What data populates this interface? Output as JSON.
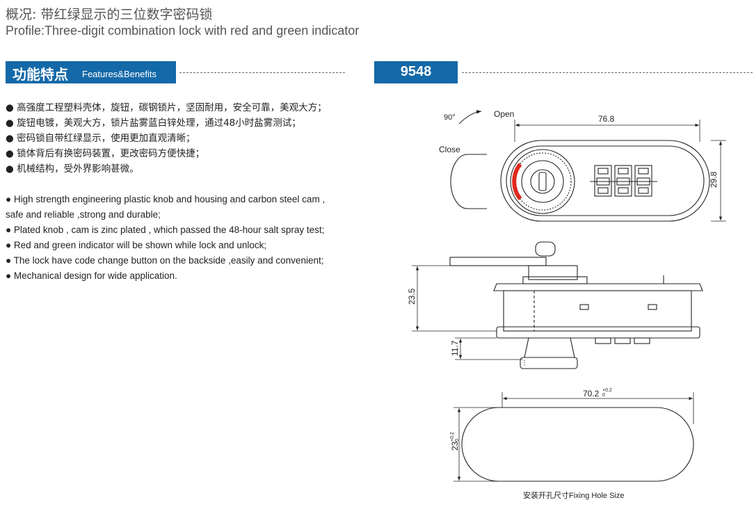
{
  "header": {
    "title_cn": "概况: 带红绿显示的三位数字密码锁",
    "title_en": "Profile:Three-digit combination lock with red and green indicator"
  },
  "features": {
    "heading_cn": "功能特点",
    "heading_en": "Features&Benefits",
    "items_cn": [
      "● 高强度工程塑料壳体，旋钮，碳钢锁片，坚固耐用，安全可靠，美观大方；",
      "● 旋钮电镀，美观大方，锁片盐雾蓝白锌处理，通过48小时盐雾测试；",
      "● 密码锁自带红绿显示，使用更加直观清晰；",
      "● 锁体背后有换密码装置，更改密码方便快捷；",
      "● 机械结构，受外界影响甚微。"
    ],
    "items_en": [
      "● High strength engineering plastic knob and housing and carbon steel cam , safe and reliable ,strong and durable;",
      "● Plated knob , cam is zinc plated , which passed the 48-hour salt spray test;",
      "● Red and green indicator will be shown while lock and unlock;",
      "● The lock have code change button on the backside ,easily and convenient;",
      "● Mechanical design for wide application."
    ]
  },
  "model": {
    "number": "9548"
  },
  "drawing": {
    "angle": "90°",
    "open_label": "Open",
    "close_label": "Close",
    "dim_width": "76.8",
    "dim_height": "29.8",
    "dim_depth": "23.5",
    "dim_knob": "11.7",
    "hole_width": "70.2",
    "hole_width_tol_upper": "+0.2",
    "hole_width_tol_lower": "0",
    "hole_height": "23",
    "hole_height_tol_upper": "+0.2",
    "hole_height_tol_lower": "0",
    "fixing_caption": "安装开孔尺寸Fixing Hole Size"
  },
  "colors": {
    "banner": "#1469a8",
    "indicator_red": "#e0281e"
  }
}
